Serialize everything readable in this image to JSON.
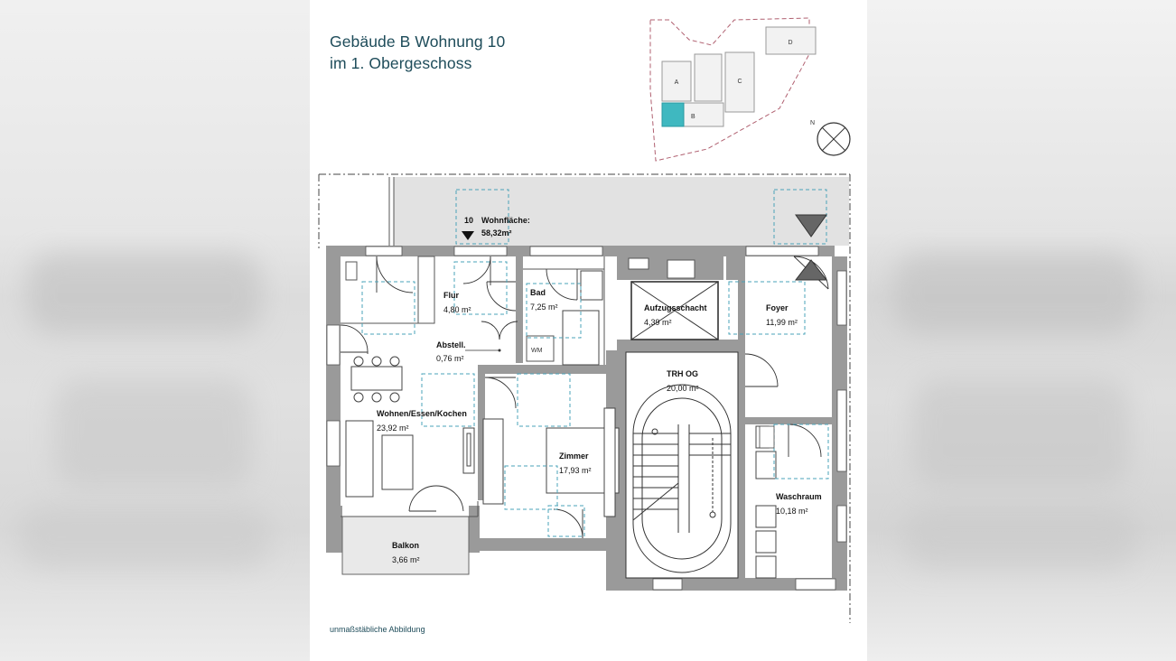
{
  "title": {
    "line1": "Gebäude B Wohnung 10",
    "line2": "im 1. Obergeschoss"
  },
  "site_plan": {
    "buildings": [
      {
        "label": "A",
        "highlighted": false
      },
      {
        "label": "B",
        "highlighted": true
      },
      {
        "label": "C",
        "highlighted": false
      },
      {
        "label": "D",
        "highlighted": false
      }
    ],
    "compass_label": "N",
    "highlight_color": "#3fb8c0"
  },
  "apartment": {
    "number": "10",
    "area_label": "Wohnfläche:",
    "area_value": "58,32m²"
  },
  "rooms": {
    "flur": {
      "name": "Flur",
      "area": "4,80 m²"
    },
    "bad": {
      "name": "Bad",
      "area": "7,25 m²"
    },
    "wm": {
      "name": "WM"
    },
    "abstell": {
      "name": "Abstell.",
      "area": "0,76 m²"
    },
    "wohnen": {
      "name": "Wohnen/Essen/Kochen",
      "area": "23,92 m²"
    },
    "zimmer": {
      "name": "Zimmer",
      "area": "17,93 m²"
    },
    "balkon": {
      "name": "Balkon",
      "area": "3,66 m²"
    },
    "aufzug": {
      "name": "Aufzugsschacht",
      "area": "4,39 m²"
    },
    "foyer": {
      "name": "Foyer",
      "area": "11,99 m²"
    },
    "trh": {
      "name": "TRH OG",
      "area": "20,00 m²"
    },
    "waschraum": {
      "name": "Waschraum",
      "area": "10,18 m²"
    }
  },
  "note": "unmaßstäbliche Abbildung",
  "colors": {
    "wall": "#9a9a9a",
    "title_text": "#1e4c5a",
    "window_marks": "#4aa3b8",
    "terrace": "#e2e2e2"
  }
}
